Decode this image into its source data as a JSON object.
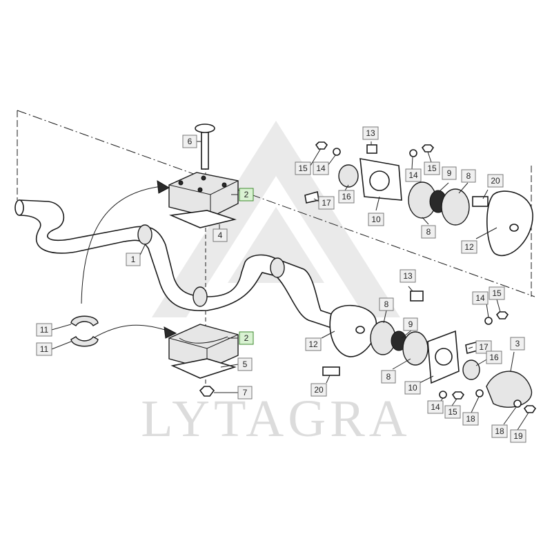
{
  "watermark": {
    "text": "LYTAGRA"
  },
  "callouts": [
    {
      "id": "c6",
      "label": "6",
      "highlight": false
    },
    {
      "id": "c2a",
      "label": "2",
      "highlight": true
    },
    {
      "id": "c4",
      "label": "4",
      "highlight": false
    },
    {
      "id": "c1",
      "label": "1",
      "highlight": false
    },
    {
      "id": "c11a",
      "label": "11",
      "highlight": false
    },
    {
      "id": "c11b",
      "label": "11",
      "highlight": false
    },
    {
      "id": "c2b",
      "label": "2",
      "highlight": true
    },
    {
      "id": "c5",
      "label": "5",
      "highlight": false
    },
    {
      "id": "c7",
      "label": "7",
      "highlight": false
    },
    {
      "id": "c15a",
      "label": "15",
      "highlight": false
    },
    {
      "id": "c14a",
      "label": "14",
      "highlight": false
    },
    {
      "id": "c17a",
      "label": "17",
      "highlight": false
    },
    {
      "id": "c16a",
      "label": "16",
      "highlight": false
    },
    {
      "id": "c13a",
      "label": "13",
      "highlight": false
    },
    {
      "id": "c10a",
      "label": "10",
      "highlight": false
    },
    {
      "id": "c14b",
      "label": "14",
      "highlight": false
    },
    {
      "id": "c15b",
      "label": "15",
      "highlight": false
    },
    {
      "id": "c9a",
      "label": "9",
      "highlight": false
    },
    {
      "id": "c8a",
      "label": "8",
      "highlight": false
    },
    {
      "id": "c8b",
      "label": "8",
      "highlight": false
    },
    {
      "id": "c20a",
      "label": "20",
      "highlight": false
    },
    {
      "id": "c12a",
      "label": "12",
      "highlight": false
    },
    {
      "id": "c13b",
      "label": "13",
      "highlight": false
    },
    {
      "id": "c14c",
      "label": "14",
      "highlight": false
    },
    {
      "id": "c15c",
      "label": "15",
      "highlight": false
    },
    {
      "id": "c8c",
      "label": "8",
      "highlight": false
    },
    {
      "id": "c9b",
      "label": "9",
      "highlight": false
    },
    {
      "id": "c12b",
      "label": "12",
      "highlight": false
    },
    {
      "id": "c17b",
      "label": "17",
      "highlight": false
    },
    {
      "id": "c3",
      "label": "3",
      "highlight": false
    },
    {
      "id": "c16b",
      "label": "16",
      "highlight": false
    },
    {
      "id": "c8d",
      "label": "8",
      "highlight": false
    },
    {
      "id": "c10b",
      "label": "10",
      "highlight": false
    },
    {
      "id": "c20b",
      "label": "20",
      "highlight": false
    },
    {
      "id": "c14d",
      "label": "14",
      "highlight": false
    },
    {
      "id": "c15d",
      "label": "15",
      "highlight": false
    },
    {
      "id": "c18a",
      "label": "18",
      "highlight": false
    },
    {
      "id": "c18b",
      "label": "18",
      "highlight": false
    },
    {
      "id": "c19",
      "label": "19",
      "highlight": false
    }
  ]
}
